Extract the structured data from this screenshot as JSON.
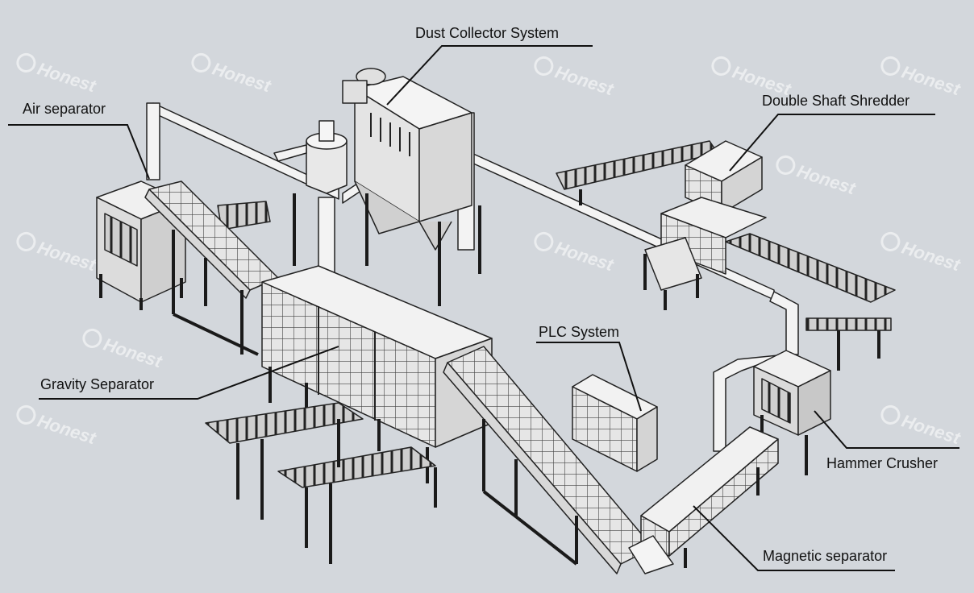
{
  "labels": {
    "dust_collector": "Dust Collector System",
    "air_separator": "Air separator",
    "double_shaft_shredder": "Double Shaft Shredder",
    "plc_system": "PLC System",
    "gravity_separator": "Gravity Separator",
    "hammer_crusher": "Hammer Crusher",
    "magnetic_separator": "Magnetic separator"
  },
  "watermark": {
    "text": "Honest"
  },
  "colors": {
    "background": "#d3d7dc",
    "machine_fill": "#eeeeee",
    "line": "#222222",
    "frame": "#1a1a1a"
  }
}
